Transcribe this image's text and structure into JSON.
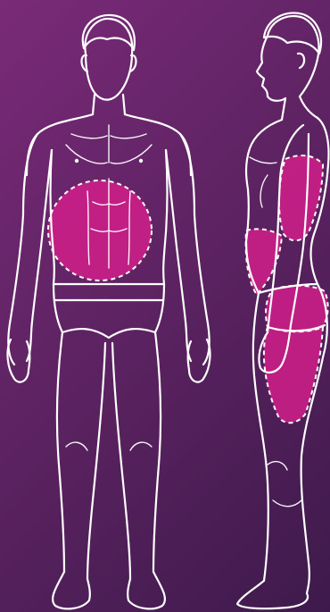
{
  "colors": {
    "background_start": "#7a2a78",
    "background_end": "#3e1a4c",
    "outline": "#ffffff",
    "zone_fill": "#d11e8a"
  },
  "figures": [
    {
      "name": "front-view",
      "treatment_zones": [
        "abdomen"
      ]
    },
    {
      "name": "side-view",
      "treatment_zones": [
        "back",
        "flank",
        "buttocks",
        "thigh"
      ]
    }
  ]
}
